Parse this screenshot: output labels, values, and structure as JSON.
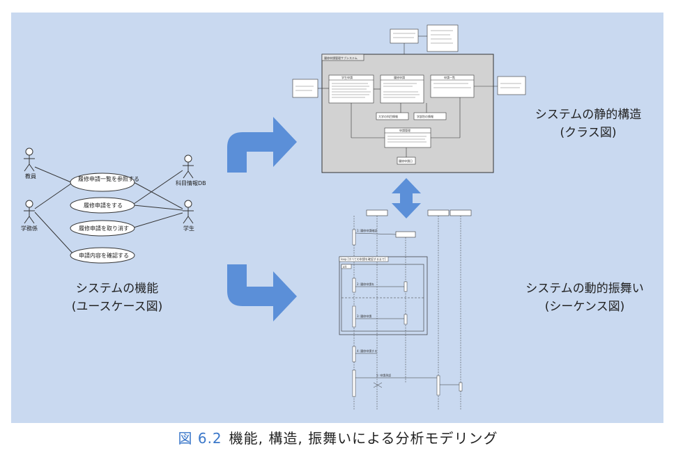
{
  "caption": {
    "number": "図 6.2",
    "text": "機能, 構造, 振舞いによる分析モデリング"
  },
  "labels": {
    "usecase_title": "システムの機能",
    "usecase_sub": "(ユースケース図)",
    "class_title": "システムの静的構造",
    "class_sub": "(クラス図)",
    "seq_title": "システムの動的振舞い",
    "seq_sub": "(シーケンス図)"
  },
  "usecase": {
    "actors": [
      "教員",
      "学務係",
      "科目情報DB",
      "学生"
    ],
    "cases": [
      "履修申請一覧を参照する",
      "履修申請をする",
      "履修申請を取り消す",
      "申請内容を確認する"
    ]
  },
  "class_diagram": {
    "system_label": "履修申請管理サブシステム",
    "boxes": [
      "学生申請",
      "履修申請",
      "申請一覧",
      "大学の科目情報",
      "学部別の情報",
      "申請管理",
      "履修申請日"
    ]
  },
  "sequence_diagram": {
    "loop_label": "loop [すべての申請を確認するまで]",
    "alt_label": "alt",
    "messages": [
      "1: 履修申請確認",
      "2: 履修申請を",
      "3: 履修申請",
      "4: 履修申請する",
      "5: 申請承認"
    ]
  },
  "colors": {
    "panel": "#c9d9f0",
    "arrow": "#5b8fd8",
    "caption_number": "#3a77c9"
  }
}
